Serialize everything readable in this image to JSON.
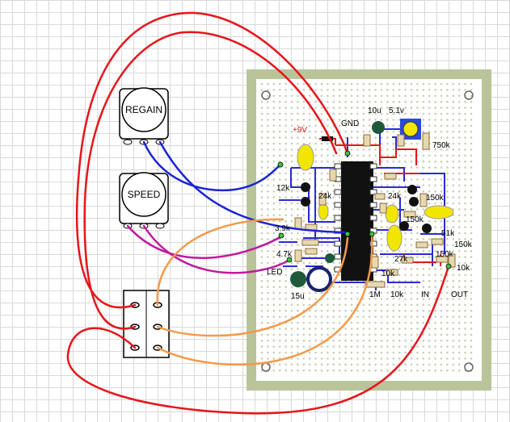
{
  "pots": {
    "top_label": "REGAIN",
    "bottom_label": "SPEED"
  },
  "labels": {
    "cap_10u": "10u",
    "zener": "5.1v",
    "gnd": "GND",
    "vcc": "+9V",
    "r_750k": "750k",
    "r_12k": "12k",
    "r_24k_a": "24k",
    "r_24k_b": "24k",
    "r_150k_a": "150k",
    "r_150k_b": "150k",
    "r_150k_c": "150k",
    "r_150k_d": "150k",
    "r_51k": "51k",
    "r_3_9k": "3.9k",
    "r_4_7k": "4.7k",
    "led": "LED",
    "r_27k": "27k",
    "r_10k_a": "10k",
    "r_10k_b": "10k",
    "r_10k_c": "10k",
    "cap_15u": "15u",
    "r_1m": "1M",
    "in": "IN",
    "out": "OUT"
  },
  "colors": {
    "board": "#b9c49a",
    "red_wire": "#e8141a",
    "blue_wire": "#1a24d8",
    "magenta_wire": "#c01a9e",
    "orange_wire": "#f59a4a",
    "trace": "#2a2ad8",
    "component": "#f2e600"
  }
}
